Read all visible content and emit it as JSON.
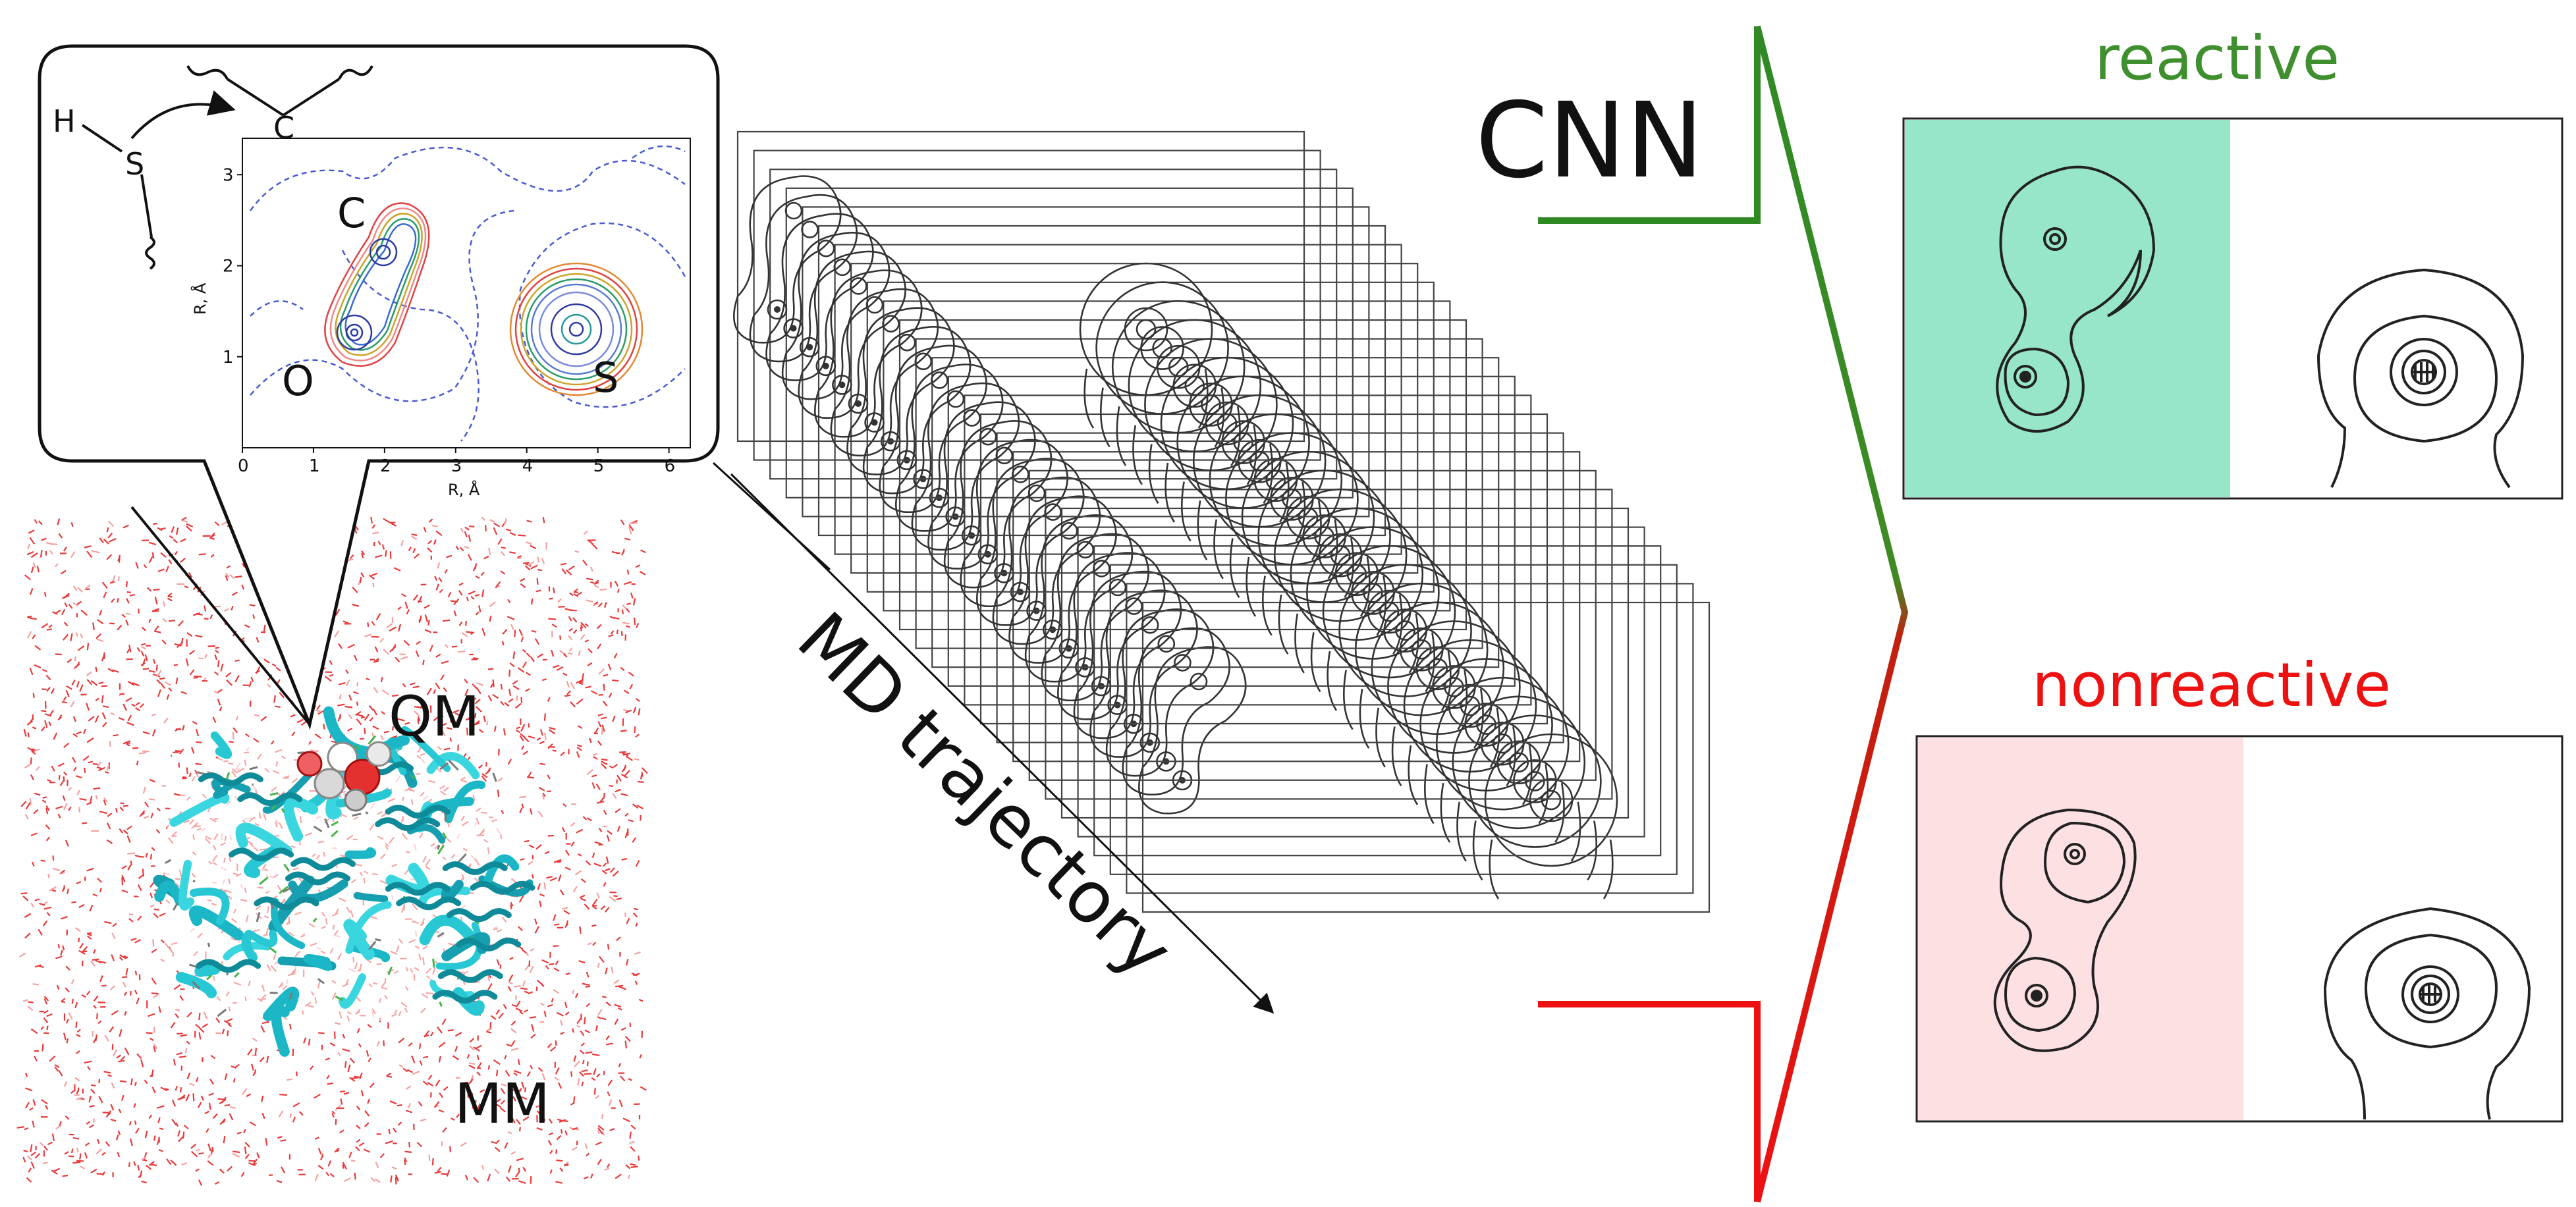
{
  "inset": {
    "atoms": {
      "H": "H",
      "S": "S",
      "C": "C",
      "O": "O"
    },
    "plot": {
      "labels": {
        "C": "C",
        "O": "O",
        "S": "S"
      },
      "xlabel": "R, Å",
      "ylabel": "R, Å",
      "xticks": [
        "0",
        "1",
        "2",
        "3",
        "4",
        "5",
        "6"
      ],
      "yticks": [
        "1",
        "2",
        "3"
      ]
    }
  },
  "system": {
    "qm_label": "QM",
    "mm_label": "MM"
  },
  "trajectory": {
    "label": "MD trajectory",
    "frame_count": 26
  },
  "classifier": {
    "label": "CNN"
  },
  "outcomes": {
    "reactive": {
      "label": "reactive",
      "color": "#3f8f2f",
      "panel_fill": "#98e6c8"
    },
    "nonreactive": {
      "label": "nonreactive",
      "color": "#ee1111",
      "panel_fill": "#fde0e2"
    }
  }
}
